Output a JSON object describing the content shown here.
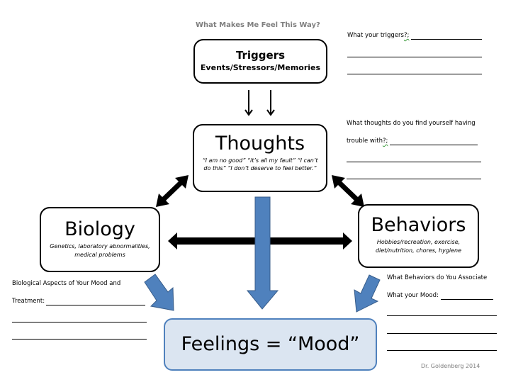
{
  "header": {
    "question": "What Makes Me Feel This Way?"
  },
  "nodes": {
    "triggers": {
      "title": "Triggers",
      "subtitle": "Events/Stressors/Memories"
    },
    "thoughts": {
      "title": "Thoughts",
      "examples": "“I am no good”  “it’s all my fault” “I can’t do this”  “I don’t deserve to feel better.”"
    },
    "biology": {
      "title": "Biology",
      "examples": "Genetics, laboratory abnormalities, medical problems"
    },
    "behaviors": {
      "title": "Behaviors",
      "examples": "Hobbies/recreation, exercise, diet/nutrition, chores, hygiene"
    },
    "feelings": {
      "title": "Feelings = “Mood”"
    }
  },
  "worksheet": {
    "triggers_prompt_a": "What your triggers",
    "triggers_prompt_b": "?;",
    "thoughts_prompt_line1": "What thoughts  do you find yourself having",
    "thoughts_prompt_line2a": "trouble with",
    "thoughts_prompt_line2b": "?;",
    "biology_prompt_line1": "Biological Aspects of Your Mood and",
    "biology_prompt_line2": "Treatment:",
    "behaviors_prompt_line1": "What Behaviors do You Associate",
    "behaviors_prompt_line2": "What your Mood:"
  },
  "credit": "Dr. Goldenberg 2014",
  "edges": [
    {
      "from": "triggers",
      "to": "thoughts",
      "style": "thin-double-down"
    },
    {
      "from": "thoughts",
      "to": "biology",
      "style": "bidirectional-black"
    },
    {
      "from": "thoughts",
      "to": "behaviors",
      "style": "bidirectional-black"
    },
    {
      "from": "biology",
      "to": "behaviors",
      "style": "bidirectional-black"
    },
    {
      "from": "thoughts",
      "to": "feelings",
      "style": "block-blue"
    },
    {
      "from": "biology",
      "to": "feelings",
      "style": "block-blue"
    },
    {
      "from": "behaviors",
      "to": "feelings",
      "style": "block-blue"
    }
  ],
  "colors": {
    "arrow_blue": "#4f81bd",
    "feelings_fill": "#dbe5f1",
    "muted_text": "#7f7f7f"
  }
}
